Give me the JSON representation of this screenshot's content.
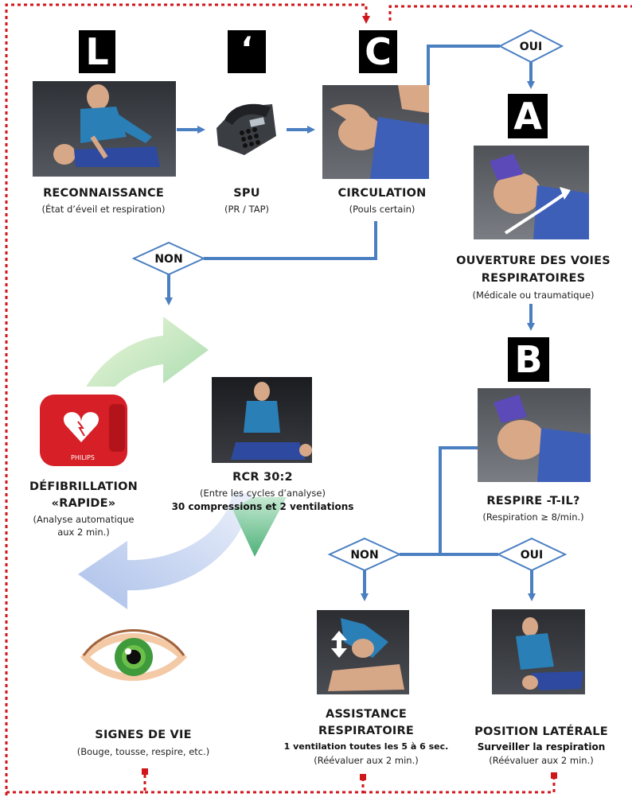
{
  "steps": {
    "l": {
      "letter": "L",
      "label": "RECONNAISSANCE",
      "sub": "(État d’éveil et respiration)"
    },
    "spu": {
      "letter": "‘",
      "label": "SPU",
      "sub": "(PR / TAP)"
    },
    "c": {
      "letter": "C",
      "label": "CIRCULATION",
      "sub": "(Pouls certain)"
    },
    "a": {
      "letter": "A",
      "label_line1": "OUVERTURE DES VOIES",
      "label_line2": "RESPIRATOIRES",
      "sub": "(Médicale ou traumatique)"
    },
    "b": {
      "letter": "B",
      "label": "RESPIRE -T-IL?",
      "sub": "(Respiration ≥ 8/min.)"
    }
  },
  "decisions": {
    "oui_top": "OUI",
    "non_circ": "NON",
    "non_resp": "NON",
    "oui_resp": "OUI"
  },
  "defib": {
    "label_line1": "DÉFIBRILLATION",
    "label_line2": "«RAPIDE»",
    "sub_line1": "(Analyse automatique",
    "sub_line2": "aux 2 min.)",
    "brand": "PHILIPS"
  },
  "rcr": {
    "label": "RCR 30:2",
    "sub": "(Entre les cycles d’analyse)",
    "detail": "30 compressions et 2 ventilations"
  },
  "assistance": {
    "label_line1": "ASSISTANCE",
    "label_line2": "RESPIRATOIRE",
    "detail": "1 ventilation toutes les 5 à 6 sec.",
    "sub": "(Réévaluer aux 2 min.)"
  },
  "lateral": {
    "label": "POSITION LATÉRALE",
    "detail": "Surveiller la respiration",
    "sub": "(Réévaluer aux 2 min.)"
  },
  "signes": {
    "label": "SIGNES DE VIE",
    "sub": "(Bouge, tousse, respire, etc.)"
  },
  "colors": {
    "arrow": "#4a7fc1",
    "loop": "#d0161b",
    "diamond_border": "#4a7fc1",
    "letter_bg": "#000000"
  }
}
